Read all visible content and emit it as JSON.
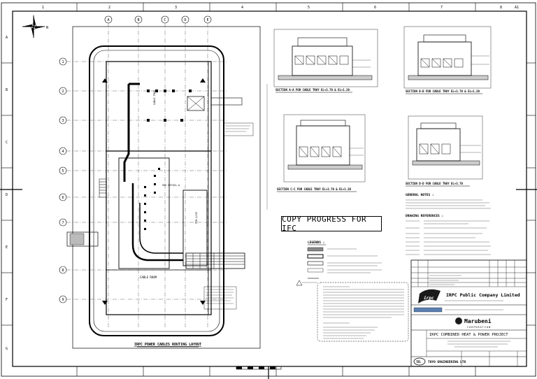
{
  "sheet": {
    "corner_ref": "A1",
    "column_markers": [
      "1",
      "2",
      "3",
      "4",
      "5",
      "6",
      "7",
      "8"
    ],
    "row_markers": [
      "A",
      "B",
      "C",
      "D",
      "E",
      "F",
      "G"
    ]
  },
  "plan": {
    "north_label": "N",
    "grid_numbers": [
      "1",
      "2",
      "3",
      "4",
      "5",
      "6",
      "7",
      "8",
      "9"
    ],
    "grid_letters": [
      "A",
      "B",
      "C",
      "D",
      "E"
    ],
    "title": "IRPC POWER CABLES ROUTING LAYOUT",
    "room_label_1": "CABLE TRAY",
    "room_label_2": "CABLE ROOM",
    "room_label_3": "SEE DETAIL-A",
    "room_label_4": "PCB-1/SE"
  },
  "sections": [
    {
      "title": "SECTION A-A FOR CABLE TRAY EL+3.70 & EL+1.20"
    },
    {
      "title": "SECTION B-B FOR CABLE TRAY EL+3.70 & EL+1.20"
    },
    {
      "title": "SECTION C-C FOR CABLE TRAY EL+3.70 & EL+1.20"
    },
    {
      "title": "SECTION D-D FOR CABLE TRAY EL+3.70"
    }
  ],
  "stamp": {
    "text": "COPY PROGRESS FOR IFC"
  },
  "notes": {
    "general_title": "GENERAL NOTES :",
    "references_title": "DRAWING REFERENCES :",
    "legend_title": "LEGENDS :"
  },
  "title_block": {
    "client": "IRPC Public Company Limited",
    "contractor": "Marubeni",
    "contractor_sub": "CORPORATION",
    "project": "IRPC COMBINED HEAT & POWER PROJECT",
    "engineer": "TOYO ENGINEERING LTD"
  }
}
